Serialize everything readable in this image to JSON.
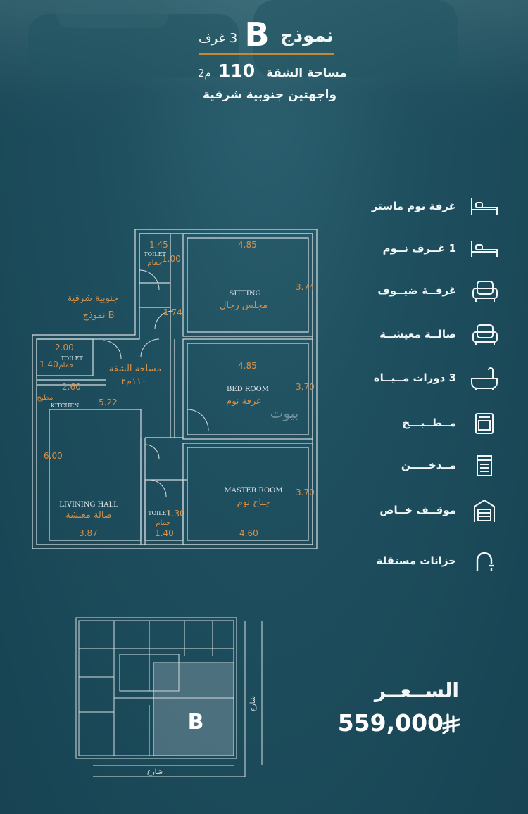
{
  "header": {
    "model_word": "نموذج",
    "model_letter": "B",
    "rooms": "3 غرف",
    "area_label": "مساحة الشقة",
    "area_value": "110",
    "area_unit": "م2",
    "orientation": "واجهتين جنوبية شرقية"
  },
  "floor_plan": {
    "orientation_label": "جنوبية شرقية",
    "model_label": "نموذج B",
    "area_label": "مساحة الشقة",
    "area_value": "١١٠م٢",
    "rooms": [
      {
        "en": "TOILET",
        "ar": "حمام",
        "dim": "1.45"
      },
      {
        "en": "SITTING",
        "ar": "مجلس رجال",
        "dims": [
          "4.85",
          "3.74"
        ]
      },
      {
        "en": "TOILET",
        "ar": "حمام",
        "dims": [
          "2.00",
          "1.40"
        ]
      },
      {
        "en": "KITCHEN",
        "ar": "مطبخ",
        "dims": [
          "2.60",
          "5.22"
        ]
      },
      {
        "en": "BED ROOM",
        "ar": "غرفة نوم",
        "dims": [
          "4.85",
          "3.70"
        ]
      },
      {
        "en": "LIVINING HALL",
        "ar": "صالة معيشة",
        "dims": [
          "6.00",
          "3.87"
        ]
      },
      {
        "en": "TOILET",
        "ar": "حمام",
        "dims": [
          "1.40"
        ]
      },
      {
        "en": "MASTER ROOM",
        "ar": "جناح نوم",
        "dims": [
          "3.70",
          "4.60"
        ]
      }
    ],
    "extra_dims": [
      "1.74",
      "1.00",
      "1.30"
    ],
    "watermark": "بيوت"
  },
  "features": [
    {
      "label": "غرفة نوم ماستر",
      "icon": "bed-icon"
    },
    {
      "label": "1 غــرف نــوم",
      "icon": "bed-icon"
    },
    {
      "label": "غرفــة ضيــوف",
      "icon": "armchair-icon"
    },
    {
      "label": "صالــة معيشــة",
      "icon": "armchair-icon"
    },
    {
      "label": "3 دورات مــيــاه",
      "icon": "bathtub-icon"
    },
    {
      "label": "مــطــبـــخ",
      "icon": "oven-icon"
    },
    {
      "label": "مــدخـــــن",
      "icon": "chimney-icon"
    },
    {
      "label": "موقــف خــاص",
      "icon": "garage-icon"
    },
    {
      "label": "خزانات مستقلة",
      "icon": "water-tap-icon"
    }
  ],
  "site_plan": {
    "unit_letter": "B",
    "street_label": "شارع"
  },
  "price": {
    "label": "الســعــر",
    "value": "559,000"
  },
  "colors": {
    "background": "#1d4a58",
    "accent": "#c4883b",
    "plan_lines": "#d7dde0",
    "text": "#f3f6f6"
  }
}
